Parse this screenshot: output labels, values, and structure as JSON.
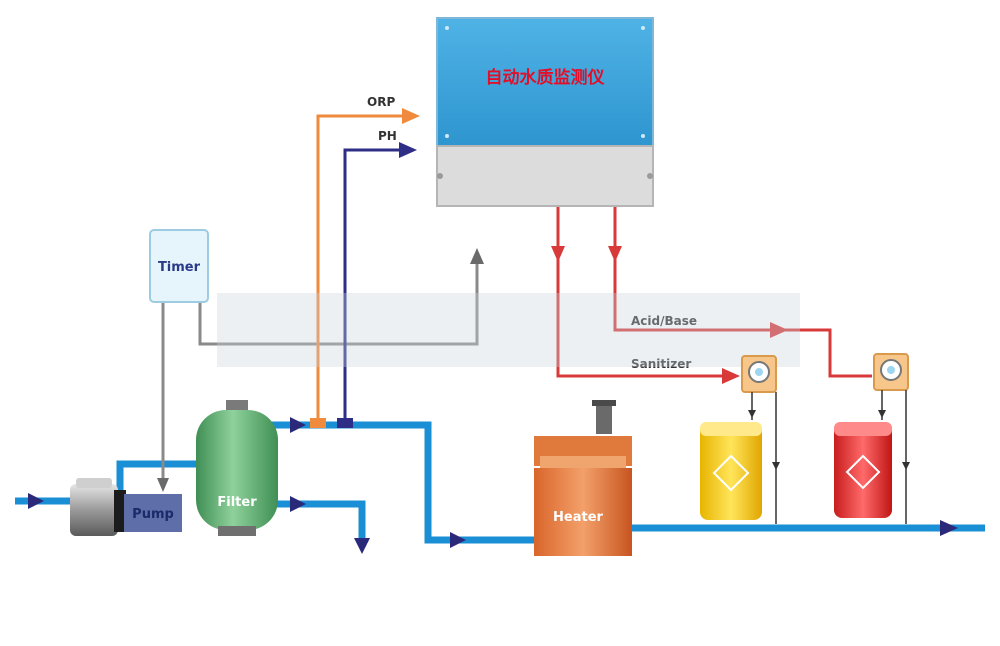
{
  "monitor": {
    "title": "自动水质监测仪",
    "title_color": "#e0102a",
    "panel_color": "#3ea7dc"
  },
  "sensors": {
    "orp": "ORP",
    "ph": "PH"
  },
  "components": {
    "timer": "Timer",
    "pump": "Pump",
    "filter": "Filter",
    "heater": "Heater"
  },
  "dosing": {
    "acid_base": "Acid/Base",
    "sanitizer": "Sanitizer"
  },
  "colors": {
    "pipe": "#1a8fd6",
    "arrow": "#2b2a7a",
    "orp_line": "#f08a3c",
    "ph_line": "#2e2e86",
    "dosing_line": "#d83a3a",
    "signal_line": "#8a8a8a"
  }
}
